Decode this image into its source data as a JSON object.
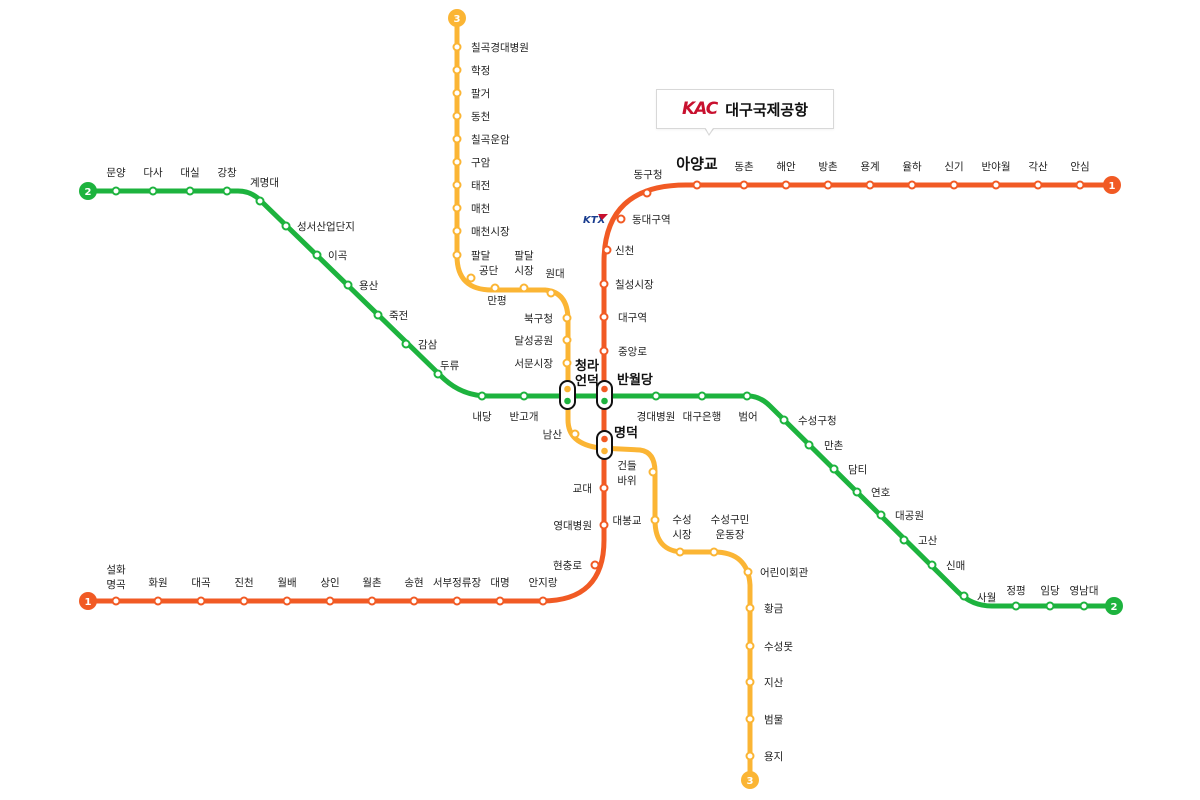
{
  "colors": {
    "line1": "#f15a24",
    "line2": "#1db33e",
    "line3": "#fbb534",
    "kac": "#c8102e",
    "ktx": "#1a3d8f"
  },
  "airport": {
    "logo": "KAC",
    "name": "대구국제공항"
  },
  "ktx": {
    "label": "KTX"
  },
  "line1": {
    "badge": "1",
    "stations": [
      "설화명곡",
      "화원",
      "대곡",
      "진천",
      "월배",
      "상인",
      "월촌",
      "송현",
      "서부정류장",
      "대명",
      "안지랑",
      "현충로",
      "영대병원",
      "교대",
      "명덕",
      "반월당",
      "중앙로",
      "대구역",
      "칠성시장",
      "신천",
      "동대구역",
      "동구청",
      "아양교",
      "동촌",
      "해안",
      "방촌",
      "용계",
      "율하",
      "신기",
      "반야월",
      "각산",
      "안심"
    ],
    "labels": {
      "s0a": "설화",
      "s0b": "명곡",
      "s1": "화원",
      "s2": "대곡",
      "s3": "진천",
      "s4": "월배",
      "s5": "상인",
      "s6": "월촌",
      "s7": "송현",
      "s8": "서부정류장",
      "s9": "대명",
      "s10": "안지랑",
      "s11": "현충로",
      "s12": "영대병원",
      "s13": "교대",
      "s16": "중앙로",
      "s17": "대구역",
      "s18": "칠성시장",
      "s19": "신천",
      "s20": "동대구역",
      "s21": "동구청",
      "s22": "아양교",
      "s23": "동촌",
      "s24": "해안",
      "s25": "방촌",
      "s26": "용계",
      "s27": "율하",
      "s28": "신기",
      "s29": "반야월",
      "s30": "각산",
      "s31": "안심"
    }
  },
  "line2": {
    "badge": "2",
    "stations": [
      "문양",
      "다사",
      "대실",
      "강창",
      "계명대",
      "성서산업단지",
      "이곡",
      "용산",
      "죽전",
      "감삼",
      "두류",
      "내당",
      "반고개",
      "청라언덕",
      "반월당",
      "경대병원",
      "대구은행",
      "범어",
      "수성구청",
      "만촌",
      "담티",
      "연호",
      "대공원",
      "고산",
      "신매",
      "사월",
      "정평",
      "임당",
      "영남대"
    ],
    "labels": {
      "s0": "문양",
      "s1": "다사",
      "s2": "대실",
      "s3": "강창",
      "s4": "계명대",
      "s5": "성서산업단지",
      "s6": "이곡",
      "s7": "용산",
      "s8": "죽전",
      "s9": "감삼",
      "s10": "두류",
      "s11": "내당",
      "s12": "반고개",
      "s15": "경대병원",
      "s16": "대구은행",
      "s17": "범어",
      "s18": "수성구청",
      "s19": "만촌",
      "s20": "담티",
      "s21": "연호",
      "s22": "대공원",
      "s23": "고산",
      "s24": "신매",
      "s25": "사월",
      "s26": "정평",
      "s27": "임당",
      "s28": "영남대"
    }
  },
  "line3": {
    "badge": "3",
    "stations": [
      "칠곡경대병원",
      "학정",
      "팔거",
      "동천",
      "칠곡운암",
      "구암",
      "태전",
      "매천",
      "매천시장",
      "팔달",
      "공단",
      "만평",
      "팔달시장",
      "원대",
      "북구청",
      "달성공원",
      "서문시장",
      "청라언덕",
      "남산",
      "명덕",
      "건들바위",
      "대봉교",
      "수성시장",
      "수성구민운동장",
      "어린이회관",
      "황금",
      "수성못",
      "지산",
      "범물",
      "용지"
    ],
    "labels": {
      "s0": "칠곡경대병원",
      "s1": "학정",
      "s2": "팔거",
      "s3": "동천",
      "s4": "칠곡운암",
      "s5": "구암",
      "s6": "태전",
      "s7": "매천",
      "s8": "매천시장",
      "s9": "팔달",
      "s10": "공단",
      "s11": "만평",
      "s12a": "팔달",
      "s12b": "시장",
      "s13": "원대",
      "s14": "북구청",
      "s15": "달성공원",
      "s16": "서문시장",
      "s18": "남산",
      "s20a": "건들",
      "s20b": "바위",
      "s21": "대봉교",
      "s22a": "수성",
      "s22b": "시장",
      "s23a": "수성구민",
      "s23b": "운동장",
      "s24": "어린이회관",
      "s25": "황금",
      "s26": "수성못",
      "s27": "지산",
      "s28": "범물",
      "s29": "용지"
    }
  },
  "transfers": {
    "cheongna_a": "청라",
    "cheongna_b": "언덕",
    "banwoldang": "반월당",
    "myeongdeok": "명덕"
  }
}
